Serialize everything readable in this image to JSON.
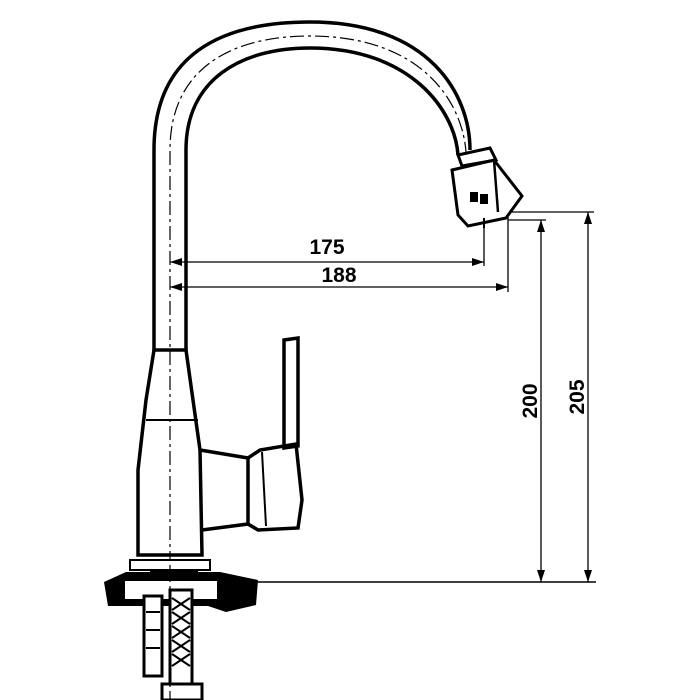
{
  "dimensions": {
    "spout_reach_inner": "175",
    "spout_reach_outer": "188",
    "height_outlet": "200",
    "height_top": "205"
  },
  "colors": {
    "line": "#000000",
    "fill_dark": "#000000",
    "background": "#ffffff"
  }
}
